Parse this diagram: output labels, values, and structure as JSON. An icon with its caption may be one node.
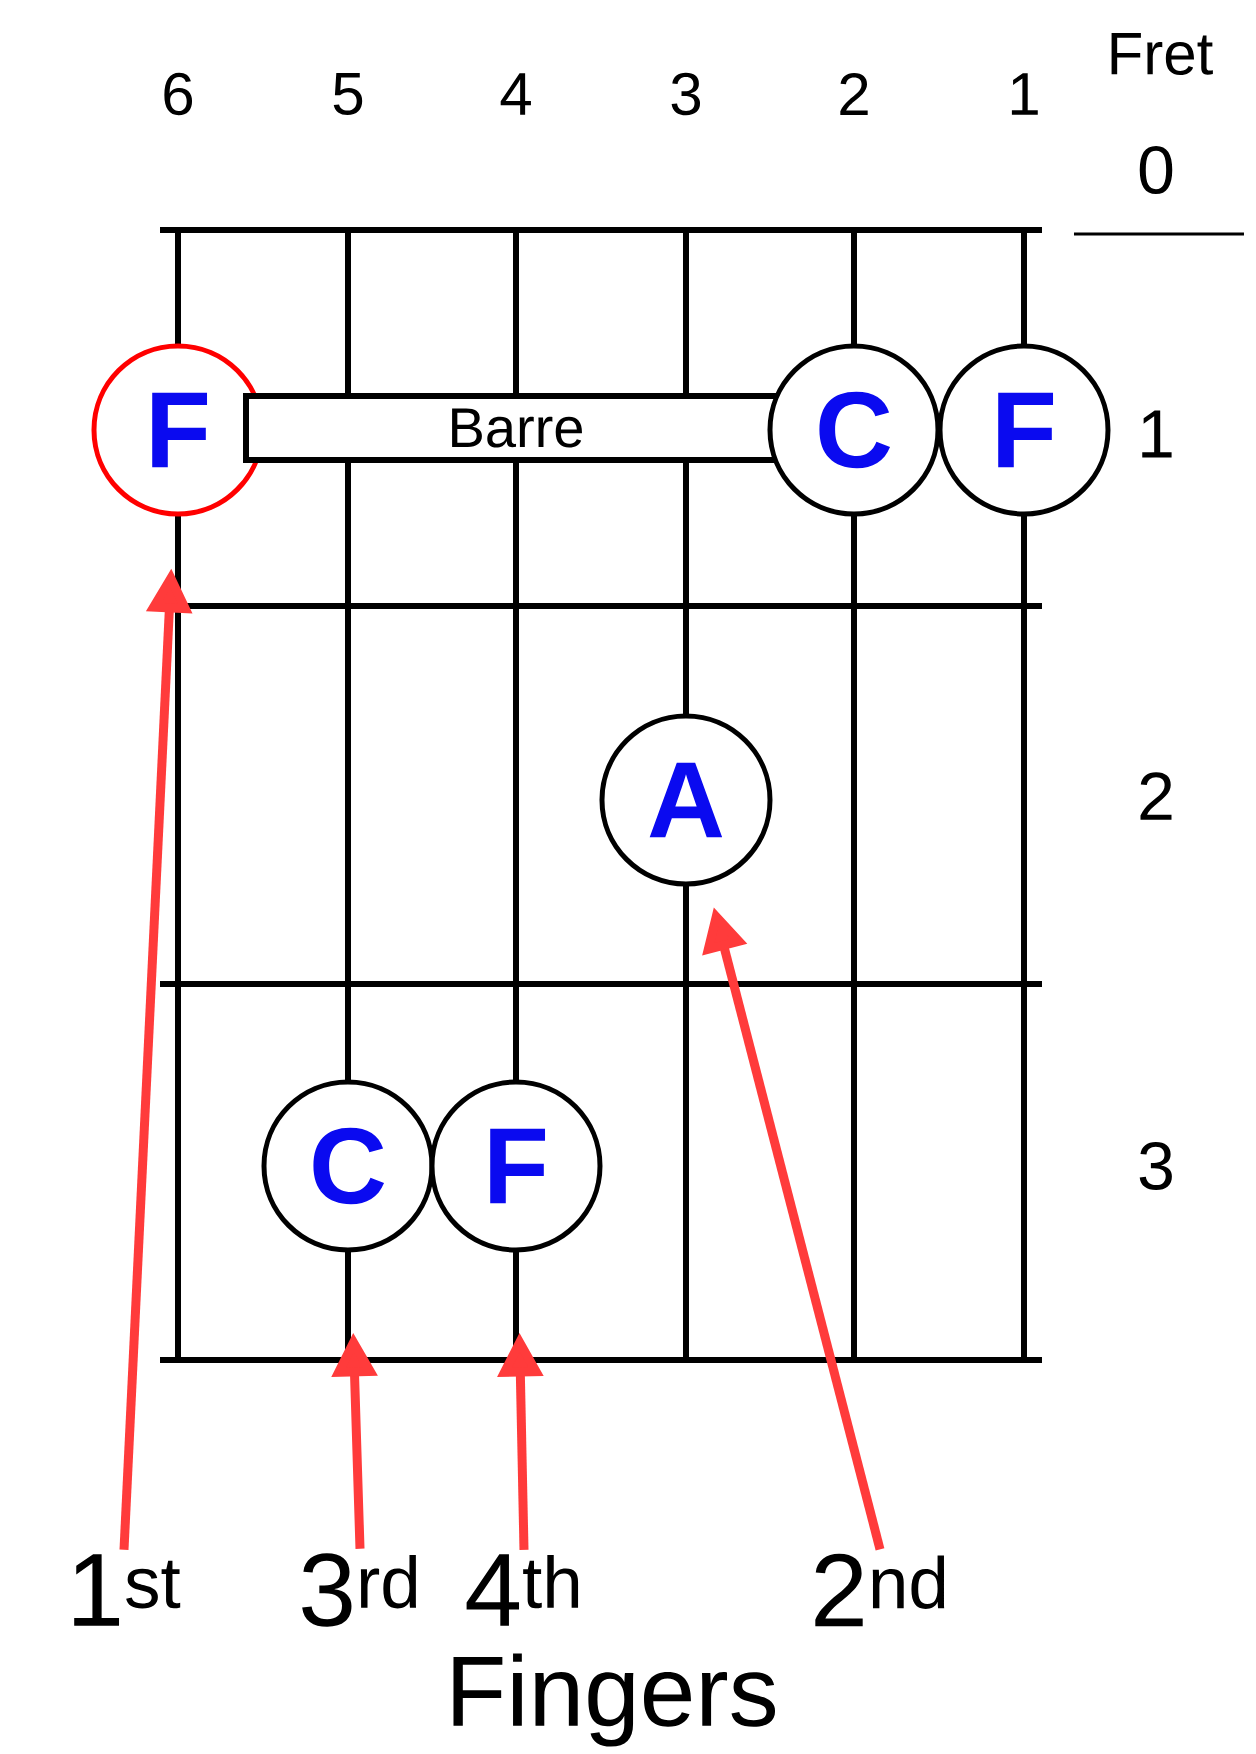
{
  "diagram": {
    "nodes": [
      {
        "text": [
          "F"
        ]
      },
      {
        "text": [
          "Barre"
        ]
      },
      {
        "text": [
          "C"
        ]
      },
      {
        "text": [
          "F"
        ]
      },
      {
        "text": [
          "A"
        ]
      },
      {
        "text": [
          "C"
        ]
      },
      {
        "text": [
          "F"
        ]
      },
      {
        "text": [
          "1$^{st}$"
        ]
      },
      {
        "text": [
          "3$^{rd}$"
        ]
      },
      {
        "text": [
          "4$^{th}$"
        ]
      },
      {
        "text": [
          "2$^{nd}$"
        ]
      }
    ],
    "edges": [
      {
        "from": 7,
        "to": 0,
        "arrow": "to"
      },
      {
        "from": 8,
        "to": 5,
        "arrow": "to"
      },
      {
        "from": 9,
        "to": 6,
        "arrow": "to"
      },
      {
        "from": 10,
        "to": 4,
        "arrow": "to"
      }
    ],
    "labels": [
      "6",
      "5",
      "4",
      "3",
      "2",
      "1",
      "Fret",
      "0",
      "1",
      "2",
      "3",
      "Fingers"
    ]
  }
}
